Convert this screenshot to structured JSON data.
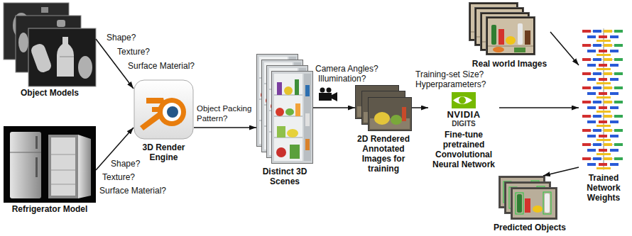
{
  "diagram": {
    "nodes": [
      {
        "text": [
          "Object Models"
        ]
      },
      {
        "text": [
          "Refrigerator Model"
        ]
      },
      {
        "text": [
          "3D Render Engine"
        ]
      },
      {
        "text": [
          "Distinct 3D Scenes"
        ]
      },
      {
        "text": [
          "2D Rendered Annotated Images for training"
        ]
      },
      {
        "text": [
          "NVIDIA",
          "DIGITS",
          "Fine-tune pretrained Convolutional Neural Network"
        ]
      },
      {
        "text": [
          "Real world Images"
        ]
      },
      {
        "text": [
          "Trained Network Weights"
        ]
      },
      {
        "text": [
          "Predicted Objects"
        ]
      }
    ],
    "edges": [
      {
        "from": 0,
        "to": 2,
        "arrow": "to"
      },
      {
        "from": 1,
        "to": 2,
        "arrow": "to"
      },
      {
        "from": 2,
        "to": 3,
        "label": "Object Packing Pattern?",
        "arrow": "to"
      },
      {
        "from": 3,
        "to": 4,
        "arrow": "to"
      },
      {
        "from": 4,
        "to": 5,
        "arrow": "to"
      },
      {
        "from": 5,
        "to": 7,
        "arrow": "to"
      },
      {
        "from": 6,
        "to": 7,
        "arrow": "to"
      },
      {
        "from": 7,
        "to": 8,
        "arrow": "to"
      }
    ],
    "labels": [
      "Shape?",
      "Texture?",
      "Surface Material?",
      "Shape?",
      "Texture?",
      "Surface Material?",
      "Camera Angles?",
      "Illumination?",
      "Training-set Size?",
      "Hyperparameters?"
    ]
  }
}
